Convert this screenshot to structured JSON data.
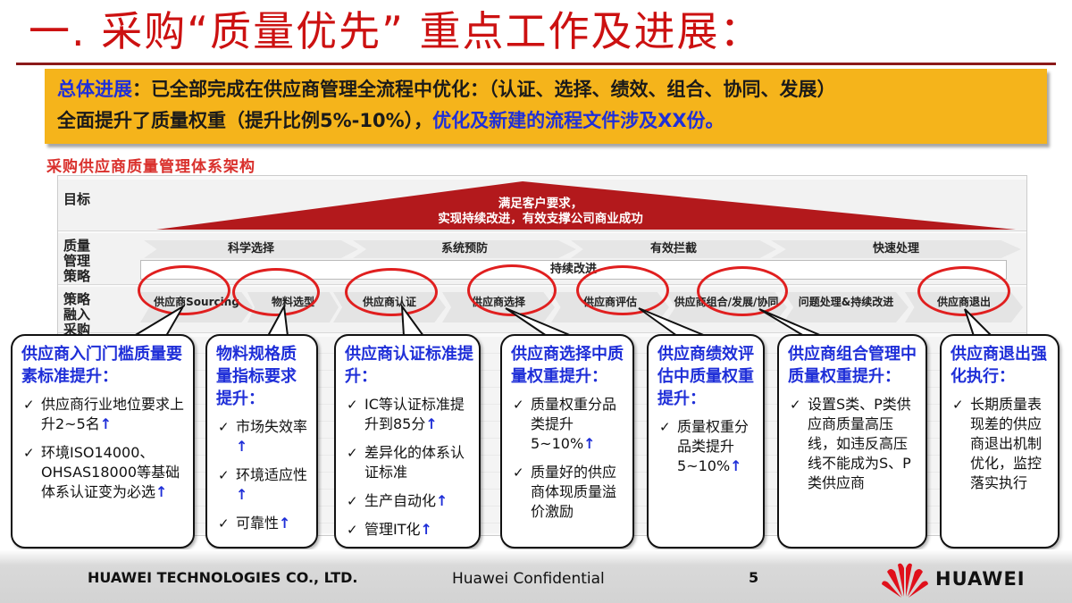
{
  "title": "一. 采购“质量优先” 重点工作及进展：",
  "progress": {
    "label": "总体进展",
    "line1_rest": "：已全部完成在供应商管理全流程中优化：（认证、选择、绩效、组合、协同、发展）",
    "line2_black": "全面提升了质量权重（提升比例5%-10%），",
    "line2_blue": "优化及新建的流程文件涉及XX份。"
  },
  "architecture": {
    "title": "采购供应商质量管理体系架构",
    "row_goal_label": "目标",
    "goal_line1": "满足客户要求，",
    "goal_line2": "实现持续改进，有效支撑公司商业成功",
    "row_strategy_label": "质量管理策略",
    "strategies": [
      "科学选择",
      "系统预防",
      "有效拦截",
      "快速处理"
    ],
    "continuous": "持续改进",
    "row_process_label": "策略融入采购",
    "processes": [
      "供应商Sourcing",
      "物料选型",
      "供应商认证",
      "供应商选择",
      "供应商评估",
      "供应商组合/发展/协同",
      "问题处理&持续改进",
      "供应商退出"
    ]
  },
  "callouts": [
    {
      "heading": "供应商入门门槛质量要素标准提升：",
      "items": [
        {
          "text": "供应商行业地位要求上升2~5名",
          "up": "↑"
        },
        {
          "text": "环境ISO14000、OHSAS18000等基础体系认证变为必选",
          "up": "↑"
        }
      ]
    },
    {
      "heading": "物料规格质量指标要求提升：",
      "items": [
        {
          "text": "市场失效率",
          "up": "↑"
        },
        {
          "text": "环境适应性",
          "up": "↑"
        },
        {
          "text": "可靠性",
          "up": "↑"
        }
      ]
    },
    {
      "heading": "供应商认证标准提升：",
      "items": [
        {
          "text": "IC等认证标准提升到85分",
          "up": "↑"
        },
        {
          "text": "差异化的体系认证标准",
          "up": ""
        },
        {
          "text": "生产自动化",
          "up": "↑"
        },
        {
          "text": "管理IT化",
          "up": "↑"
        }
      ]
    },
    {
      "heading": "供应商选择中质量权重提升：",
      "items": [
        {
          "text": "质量权重分品类提升5~10%",
          "up": "↑"
        },
        {
          "text": "质量好的供应商体现质量溢价激励",
          "up": ""
        }
      ]
    },
    {
      "heading": "供应商绩效评估中质量权重提升：",
      "items": [
        {
          "text": "质量权重分品类提升5~10%",
          "up": "↑"
        }
      ]
    },
    {
      "heading": "供应商组合管理中质量权重提升：",
      "items": [
        {
          "text": "设置S类、P类供应商质量高压线，如违反高压线不能成为S、P类供应商",
          "up": ""
        }
      ]
    },
    {
      "heading": "供应商退出强化执行：",
      "items": [
        {
          "text": "长期质量表现差的供应商退出机制优化，监控落实执行",
          "up": ""
        }
      ]
    }
  ],
  "footer": {
    "company": "HUAWEI TECHNOLOGIES CO., LTD.",
    "confidential": "Huawei Confidential",
    "page": "5",
    "brand": "HUAWEI"
  },
  "colors": {
    "title_red": "#cc1111",
    "banner_orange": "#f5b41b",
    "accent_blue": "#1f2fd8",
    "ellipse_red": "#e01f1f",
    "triangle_red": "#b3191c"
  }
}
